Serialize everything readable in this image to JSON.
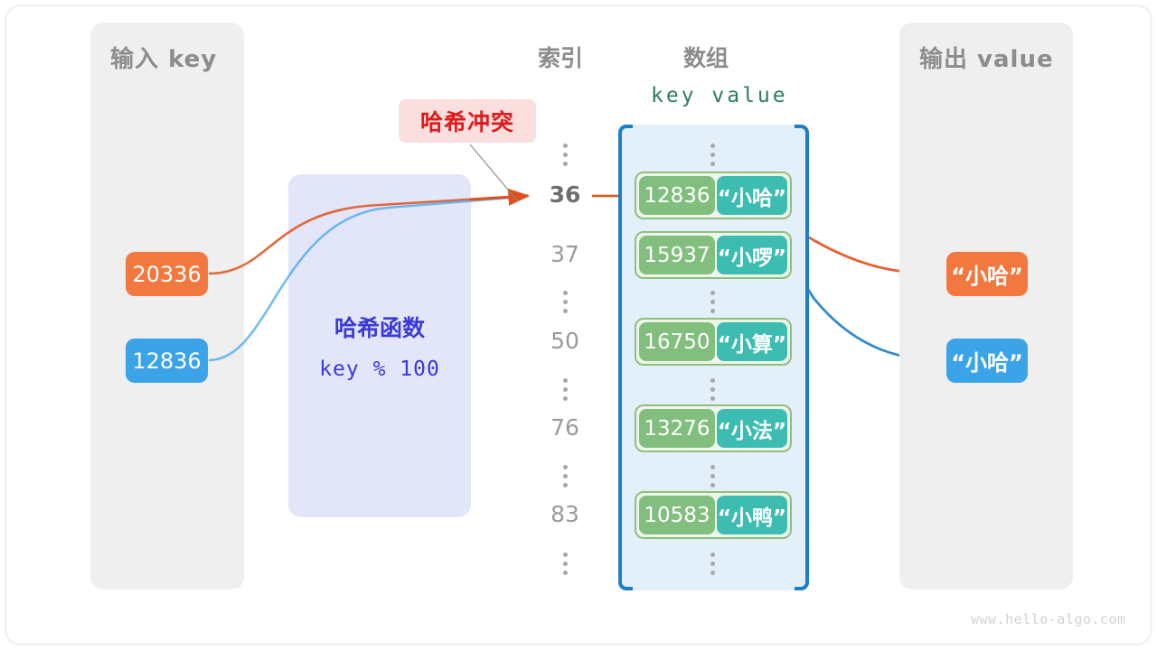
{
  "diagram": {
    "watermark": "www.hello-algo.com",
    "colors": {
      "panel_bg": "#efefef",
      "panel_text": "#8c8c8c",
      "array_bg": "#e3f0fa",
      "bracket": "#1f7fc4",
      "entry_border": "#8fbf7f",
      "key_box": "#82bf7e",
      "value_box": "#3dbdb2",
      "hash_bg": "#e3e6f8",
      "hash_text": "#3a3ad6",
      "flow_orange": "#e0501c",
      "flow_blue": "#1f7fc4",
      "pill_orange": "#f3783f",
      "pill_blue": "#3ba3e8",
      "callout_bg": "#fbdede",
      "callout_text": "#e01b1b",
      "kv_head": "#2e7d5b"
    }
  },
  "input_panel": {
    "title": "输入 key",
    "keys": [
      {
        "label": "20336",
        "color": "orange"
      },
      {
        "label": "12836",
        "color": "blue"
      }
    ]
  },
  "hash_function": {
    "title": "哈希函数",
    "expression": "key % 100"
  },
  "callout": {
    "label": "哈希冲突"
  },
  "index_column": {
    "header": "索引",
    "rows": [
      {
        "type": "dots"
      },
      {
        "type": "index",
        "label": "36",
        "active": true
      },
      {
        "type": "index",
        "label": "37",
        "active": false
      },
      {
        "type": "dots"
      },
      {
        "type": "index",
        "label": "50",
        "active": false
      },
      {
        "type": "dots"
      },
      {
        "type": "index",
        "label": "76",
        "active": false
      },
      {
        "type": "dots"
      },
      {
        "type": "index",
        "label": "83",
        "active": false
      },
      {
        "type": "dots"
      }
    ]
  },
  "array_panel": {
    "header": "数组",
    "kv_header": "key  value",
    "rows": [
      {
        "type": "dots"
      },
      {
        "type": "entry",
        "key": "12836",
        "value": "“小哈”"
      },
      {
        "type": "entry",
        "key": "15937",
        "value": "“小啰”"
      },
      {
        "type": "dots"
      },
      {
        "type": "entry",
        "key": "16750",
        "value": "“小算”"
      },
      {
        "type": "dots"
      },
      {
        "type": "entry",
        "key": "13276",
        "value": "“小法”"
      },
      {
        "type": "dots"
      },
      {
        "type": "entry",
        "key": "10583",
        "value": "“小鸭”"
      },
      {
        "type": "dots"
      }
    ]
  },
  "output_panel": {
    "title": "输出 value",
    "values": [
      {
        "label": "“小哈”",
        "color": "orange"
      },
      {
        "label": "“小哈”",
        "color": "blue"
      }
    ]
  }
}
